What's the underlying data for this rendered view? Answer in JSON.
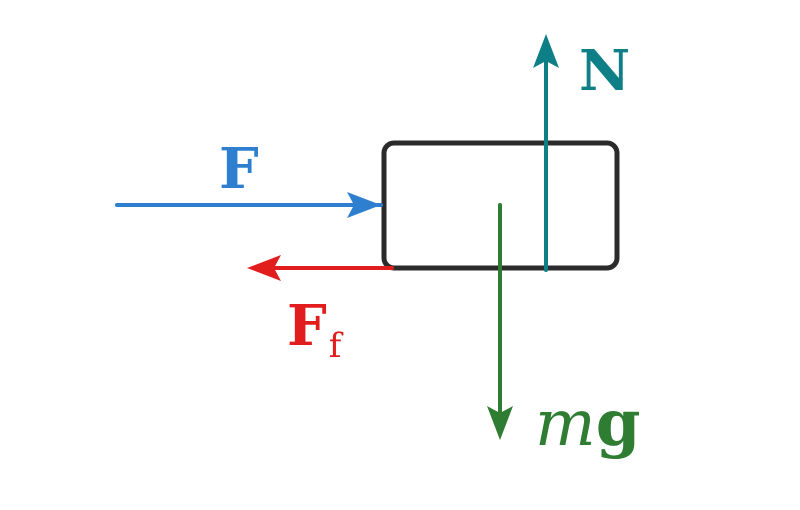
{
  "diagram": {
    "labels": {
      "applied_force": "F",
      "friction_main": "F",
      "friction_sub": "f",
      "normal_force": "N",
      "weight_m": "m",
      "weight_g": "g"
    },
    "colors": {
      "applied_force": "#2f7fd0",
      "friction": "#e11d1d",
      "normal_force": "#0e7f86",
      "weight": "#2e7d32",
      "block": "#2b2b2b",
      "background": "#ffffff"
    }
  }
}
